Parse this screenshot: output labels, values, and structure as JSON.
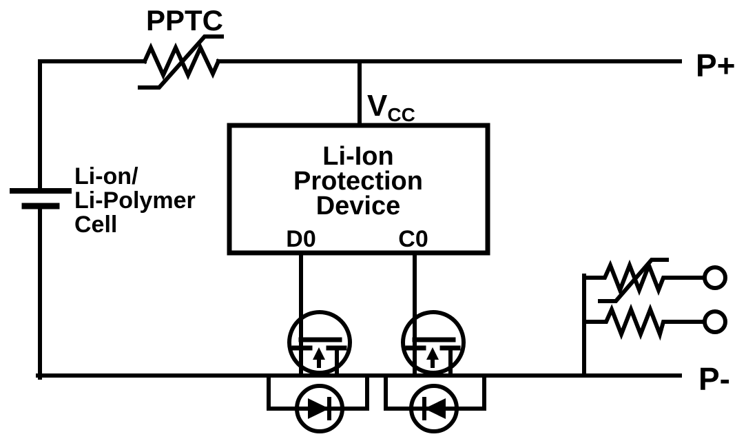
{
  "colors": {
    "background": "#ffffff",
    "line": "#000000"
  },
  "labels": {
    "pptc": "PPTC",
    "p_plus": "P+",
    "p_minus": "P-",
    "vcc": {
      "main": "V",
      "sub": "CC"
    },
    "cell": {
      "line1": "Li-on/",
      "line2": "Li-Polymer",
      "line3": "Cell"
    },
    "device": {
      "line1": "Li-Ion",
      "line2": "Protection",
      "line3": "Device"
    },
    "pins": {
      "d0": "D0",
      "c0": "C0"
    }
  }
}
